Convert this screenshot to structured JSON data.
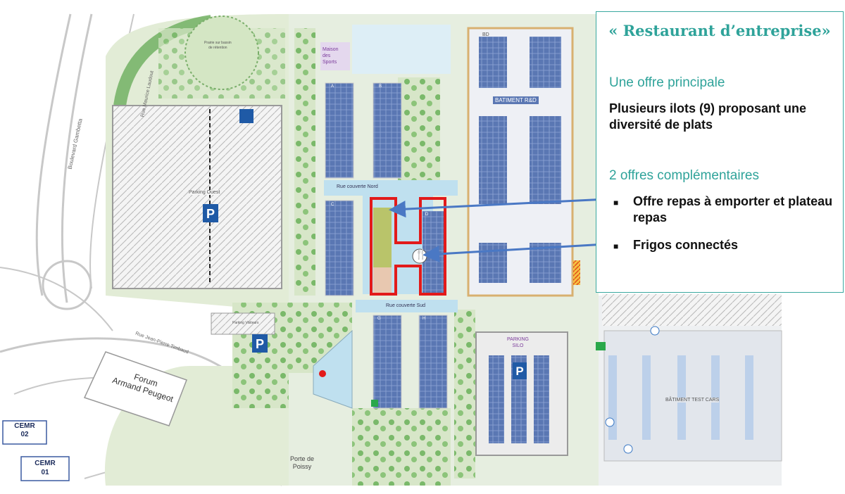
{
  "panel": {
    "title": "« Restaurant d’entreprise»",
    "section1_title": "Une offre principale",
    "section1_text": "Plusieurs ilots (9) proposant une diversité de plats",
    "section2_title": "2 offres complémentaires",
    "bullets": [
      "Offre repas à emporter et plateau repas",
      "Frigos connectés"
    ]
  },
  "map_labels": {
    "maison_des_sports": [
      "Maison",
      "des",
      "Sports"
    ],
    "batiment_rd": "BATIMENT R&D",
    "batiment_test_cars": "BÂTIMENT TEST CARS",
    "parking_ouest": "Parking Ouest",
    "parking_visiteurs": "Parking Visiteurs",
    "parking_silo": [
      "PARKING",
      "SILO"
    ],
    "rue_couverte_nord": "Rue couverte Nord",
    "rue_couverte_sud": "Rue couverte Sud",
    "forum": [
      "Forum",
      "Armand Peugeot"
    ],
    "porte_de_poissy": [
      "Porte de",
      "Poissy"
    ],
    "boulevard": "Boulevard Gambetta",
    "rue_maurice": "Rue Maurice Laudout",
    "rue_jean_pierre": "Rue Jean-Pierre Timbaud",
    "cemr_02": [
      "CEMR",
      "02"
    ],
    "cemr_01": [
      "CEMR",
      "01"
    ],
    "bat_letters": [
      "A",
      "B",
      "C",
      "D",
      "G",
      "H"
    ],
    "bd_label": "BD",
    "parking_letter": "P",
    "prairie": [
      "Prairie sur bassin",
      "de rétention"
    ]
  },
  "colors": {
    "accent": "#2fa39a",
    "arrow": "#4a78c4",
    "highlight": "#e21a1a",
    "parking": "#1f5aa6",
    "building": "#4a6aa8"
  },
  "icons": [
    "parking-icon",
    "cutlery-icon",
    "arrow-icon",
    "exit-icon",
    "first-aid-icon"
  ]
}
